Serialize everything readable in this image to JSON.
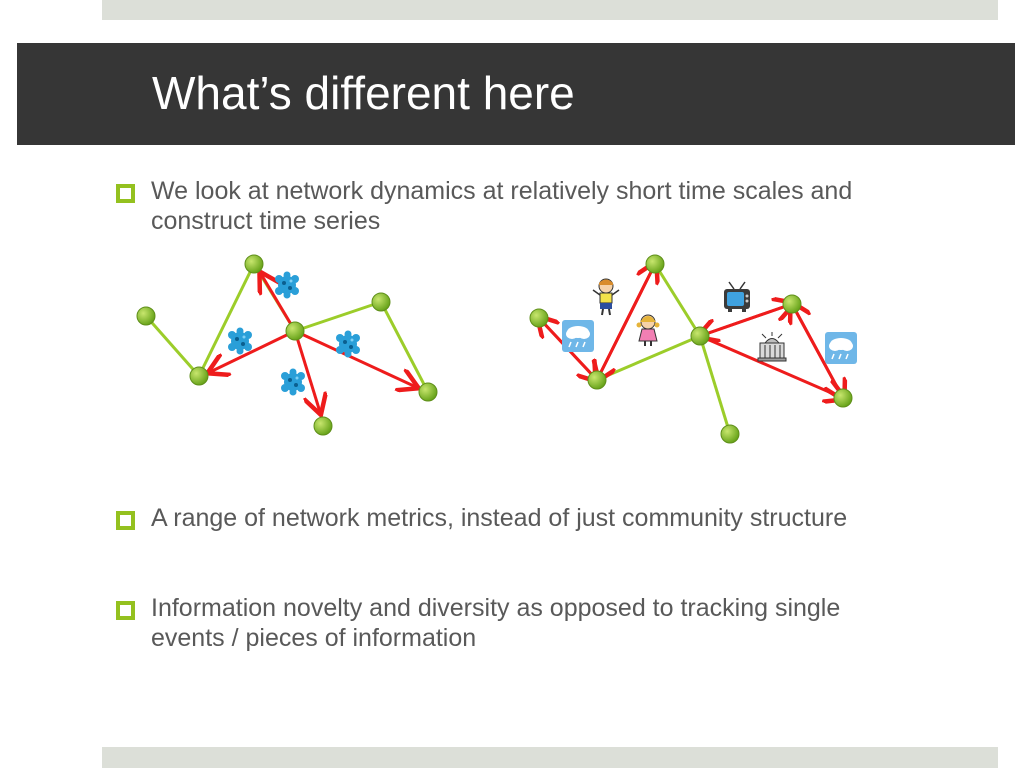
{
  "slide": {
    "title": "What’s different here",
    "bullets": [
      "We look at network dynamics at relatively short time scales and construct time series",
      "A range of network metrics, instead of just community structure",
      "Information novelty and diversity as opposed to tracking single events / pieces of information"
    ]
  },
  "colors": {
    "title_bar": "#363636",
    "band": "#dcdfd8",
    "accent": "#94c11f",
    "arrow": "#ee1c1c",
    "body_text": "#595959",
    "node_fill": "#8cc63f"
  },
  "icons": {
    "left_network": [
      "virus-icon",
      "virus-icon",
      "virus-icon",
      "virus-icon"
    ],
    "right_network": [
      "boy-icon",
      "girl-icon",
      "tv-icon",
      "building-icon",
      "rain-cloud-icon",
      "rain-cloud-icon"
    ]
  }
}
